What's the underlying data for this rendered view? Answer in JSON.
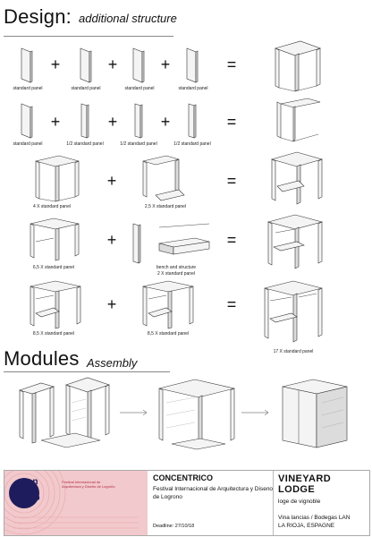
{
  "design_section": {
    "title": "Design:",
    "subtitle": "additional structure"
  },
  "modules_section": {
    "title": "Modules",
    "subtitle": "Assembly"
  },
  "operators": {
    "plus": "+",
    "equals": "="
  },
  "rows": [
    {
      "labels": [
        "standard panel",
        "standard panel",
        "standard panel",
        "standard panel"
      ]
    },
    {
      "labels": [
        "standard panel",
        "1/2 standard panel",
        "1/2 standard panel",
        "1/2 standard panel"
      ]
    },
    {
      "labels": [
        "4 X standard panel",
        "2,5 X standard panel"
      ]
    },
    {
      "labels": [
        "6,5 X standard panel",
        "bench and structure",
        "2 X standard panel"
      ]
    },
    {
      "labels": [
        "8,5 X standard panel",
        "8,5 X standard panel",
        "17 X standard panel"
      ]
    }
  ],
  "footer": {
    "logo_text": [
      "Con",
      "cen",
      "trico"
    ],
    "logo_sub": "Festival Internacional de Arquitectura y Diseño de Logroño",
    "competition_name": "CONCENTRICO",
    "competition_desc": "Festival Internacional de Arquitectura y Diseno de Logrono",
    "deadline": "Deadline: 27/10/18",
    "project_title": "VINEYARD LODGE",
    "project_sub": "loge de vignoble",
    "location_1": "Vina lancias / Bodegas LAN",
    "location_2": "LA RIOJA, ESPAGNE"
  }
}
